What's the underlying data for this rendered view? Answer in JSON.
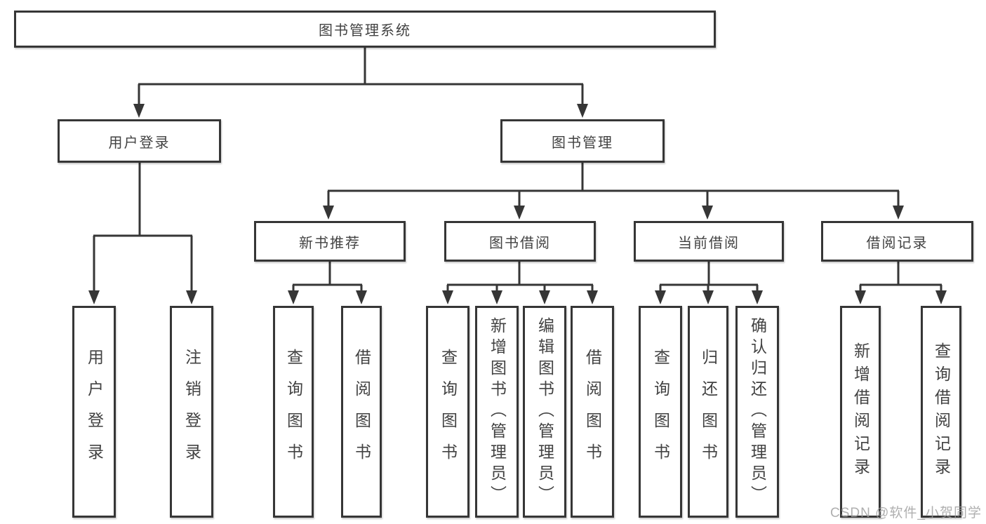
{
  "diagram": {
    "root": {
      "label": "图书管理系统",
      "children": [
        {
          "label": "用户登录",
          "children": [
            {
              "label": "用户登录"
            },
            {
              "label": "注销登录"
            }
          ]
        },
        {
          "label": "图书管理",
          "children": [
            {
              "label": "新书推荐",
              "children": [
                {
                  "label": "查询图书"
                },
                {
                  "label": "借阅图书"
                }
              ]
            },
            {
              "label": "图书借阅",
              "children": [
                {
                  "label": "查询图书"
                },
                {
                  "label": "新增图书（管理员）"
                },
                {
                  "label": "编辑图书（管理员）"
                },
                {
                  "label": "借阅图书"
                }
              ]
            },
            {
              "label": "当前借阅",
              "children": [
                {
                  "label": "查询图书"
                },
                {
                  "label": "归还图书"
                },
                {
                  "label": "确认归还（管理员）"
                }
              ]
            },
            {
              "label": "借阅记录",
              "children": [
                {
                  "label": "新增借阅记录"
                },
                {
                  "label": "查询借阅记录"
                }
              ]
            }
          ]
        }
      ]
    },
    "watermark": "CSDN @软件_小贺同学",
    "colors": {
      "line": "#363636",
      "text": "#424242",
      "background": "#ffffff",
      "watermark": "#9e9e9e"
    }
  }
}
